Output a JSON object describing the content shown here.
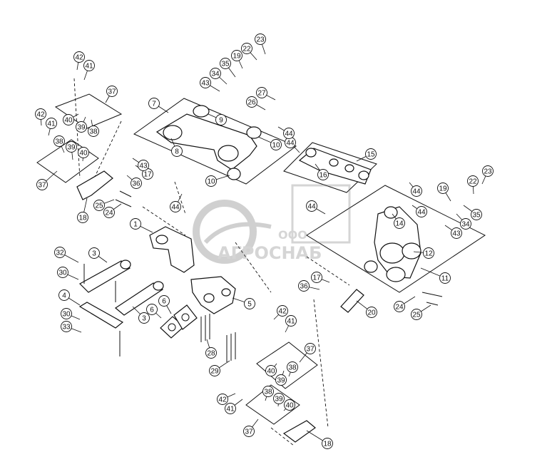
{
  "diagram": {
    "watermark": {
      "prefix": "ООО",
      "brand": "АГРОСНАБ"
    },
    "callouts": [
      {
        "label": "1"
      },
      {
        "label": "3"
      },
      {
        "label": "3"
      },
      {
        "label": "4"
      },
      {
        "label": "5"
      },
      {
        "label": "6"
      },
      {
        "label": "6"
      },
      {
        "label": "7"
      },
      {
        "label": "8"
      },
      {
        "label": "9"
      },
      {
        "label": "10"
      },
      {
        "label": "10"
      },
      {
        "label": "11"
      },
      {
        "label": "12"
      },
      {
        "label": "14"
      },
      {
        "label": "15"
      },
      {
        "label": "16"
      },
      {
        "label": "17"
      },
      {
        "label": "17"
      },
      {
        "label": "18"
      },
      {
        "label": "18"
      },
      {
        "label": "19"
      },
      {
        "label": "19"
      },
      {
        "label": "20"
      },
      {
        "label": "22"
      },
      {
        "label": "22"
      },
      {
        "label": "23"
      },
      {
        "label": "23"
      },
      {
        "label": "24"
      },
      {
        "label": "24"
      },
      {
        "label": "25"
      },
      {
        "label": "25"
      },
      {
        "label": "26"
      },
      {
        "label": "27"
      },
      {
        "label": "28"
      },
      {
        "label": "29"
      },
      {
        "label": "30"
      },
      {
        "label": "30"
      },
      {
        "label": "32"
      },
      {
        "label": "33"
      },
      {
        "label": "34"
      },
      {
        "label": "34"
      },
      {
        "label": "35"
      },
      {
        "label": "35"
      },
      {
        "label": "36"
      },
      {
        "label": "36"
      },
      {
        "label": "37"
      },
      {
        "label": "37"
      },
      {
        "label": "37"
      },
      {
        "label": "37"
      },
      {
        "label": "38"
      },
      {
        "label": "38"
      },
      {
        "label": "38"
      },
      {
        "label": "38"
      },
      {
        "label": "39"
      },
      {
        "label": "39"
      },
      {
        "label": "39"
      },
      {
        "label": "39"
      },
      {
        "label": "40"
      },
      {
        "label": "40"
      },
      {
        "label": "40"
      },
      {
        "label": "40"
      },
      {
        "label": "41"
      },
      {
        "label": "41"
      },
      {
        "label": "41"
      },
      {
        "label": "41"
      },
      {
        "label": "42"
      },
      {
        "label": "42"
      },
      {
        "label": "42"
      },
      {
        "label": "42"
      },
      {
        "label": "43"
      },
      {
        "label": "43"
      },
      {
        "label": "43"
      },
      {
        "label": "44"
      },
      {
        "label": "44"
      },
      {
        "label": "44"
      },
      {
        "label": "44"
      },
      {
        "label": "44"
      },
      {
        "label": "44"
      }
    ]
  }
}
